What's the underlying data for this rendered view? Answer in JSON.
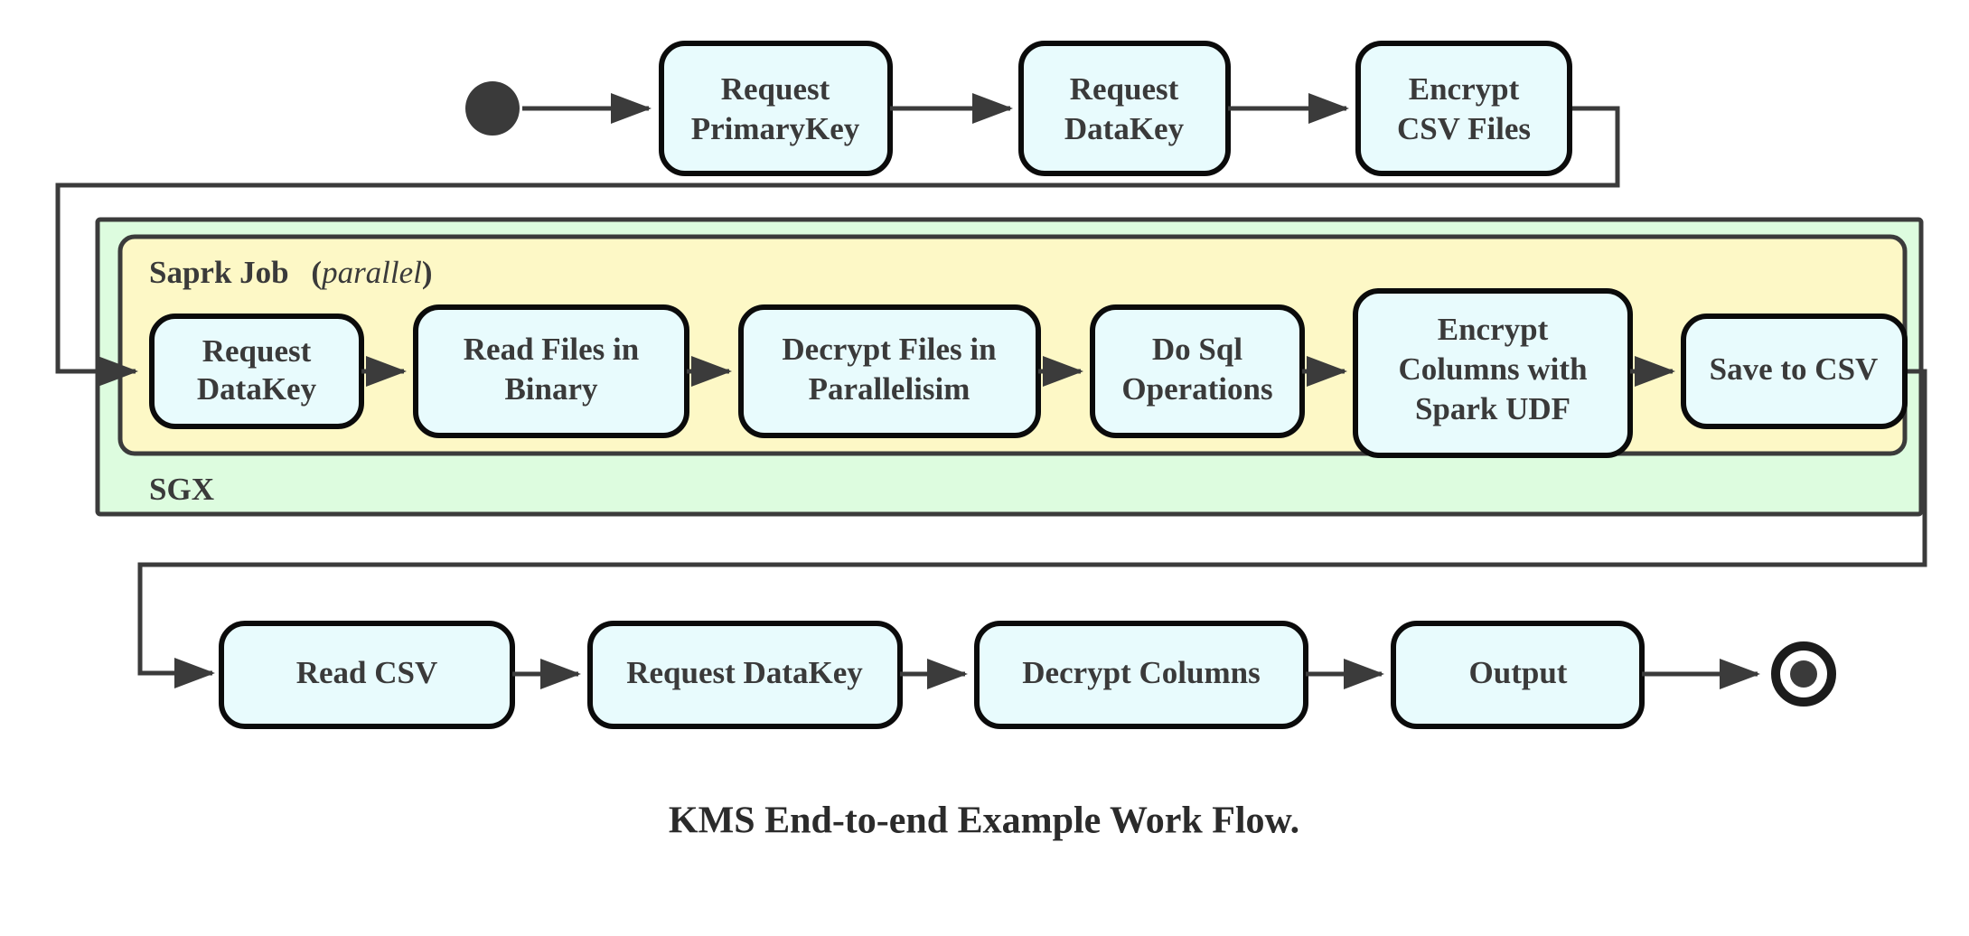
{
  "diagram": {
    "caption": "KMS End-to-end Example Work Flow.",
    "colors": {
      "node_fill": "#e8fbfd",
      "node_stroke": "#0b0b0b",
      "sgx_fill": "#ddfcdf",
      "spark_fill": "#fdf8c6",
      "group_stroke": "#3b3b3b",
      "edge": "#3b3b3b",
      "text": "#3a3a3a",
      "background": "#ffffff"
    },
    "groups": [
      {
        "id": "sgx",
        "label": "SGX",
        "fill": "#ddfcdf"
      },
      {
        "id": "spark",
        "label": "Saprk Job",
        "annotation": "parallel",
        "annotation_open": "(",
        "annotation_close": ")",
        "fill": "#fdf8c6"
      }
    ],
    "start_node": {
      "name": "start-node",
      "shape": "filled-circle"
    },
    "end_node": {
      "name": "end-node",
      "shape": "bullseye"
    },
    "rows": [
      {
        "id": "row-top",
        "nodes": [
          {
            "id": "request-primarykey",
            "lines": [
              "Request",
              "PrimaryKey"
            ]
          },
          {
            "id": "request-datakey-top",
            "lines": [
              "Request",
              "DataKey"
            ]
          },
          {
            "id": "encrypt-csv-files",
            "lines": [
              "Encrypt",
              "CSV Files"
            ]
          }
        ]
      },
      {
        "id": "row-spark",
        "nodes": [
          {
            "id": "request-datakey-spark",
            "lines": [
              "Request",
              "DataKey"
            ]
          },
          {
            "id": "read-files-in-binary",
            "lines": [
              "Read Files in",
              "Binary"
            ]
          },
          {
            "id": "decrypt-files-in-parallelisim",
            "lines": [
              "Decrypt Files in",
              "Parallelisim"
            ]
          },
          {
            "id": "do-sql-operations",
            "lines": [
              "Do Sql",
              "Operations"
            ]
          },
          {
            "id": "encrypt-columns-with-spark-udf",
            "lines": [
              "Encrypt",
              "Columns with",
              "Spark UDF"
            ]
          },
          {
            "id": "save-to-csv",
            "lines": [
              "Save to CSV"
            ]
          }
        ]
      },
      {
        "id": "row-bottom",
        "nodes": [
          {
            "id": "read-csv",
            "lines": [
              "Read CSV"
            ]
          },
          {
            "id": "request-datakey-bottom",
            "lines": [
              "Request DataKey"
            ]
          },
          {
            "id": "decrypt-columns",
            "lines": [
              "Decrypt Columns"
            ]
          },
          {
            "id": "output",
            "lines": [
              "Output"
            ]
          }
        ]
      }
    ]
  }
}
